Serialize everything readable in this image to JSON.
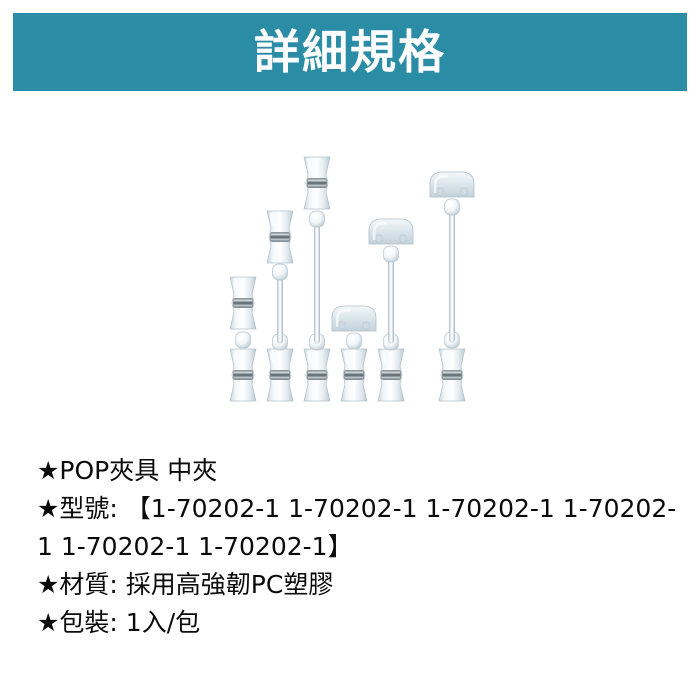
{
  "banner": {
    "title": "詳細規格",
    "background_color": "#2b8ca5",
    "text_color": "#ffffff"
  },
  "product_image": {
    "alt": "POP夾具 中夾 產品照片",
    "item_count": 6,
    "items": [
      {
        "name": "clip-holder-1",
        "top_type": "clip",
        "height_rank": 1,
        "rod": false
      },
      {
        "name": "clip-holder-2",
        "top_type": "clip",
        "height_rank": 4,
        "rod": true
      },
      {
        "name": "clip-holder-3",
        "top_type": "clip",
        "height_rank": 6,
        "rod": true
      },
      {
        "name": "clip-holder-4",
        "top_type": "sign-plate",
        "height_rank": 2,
        "rod": false
      },
      {
        "name": "clip-holder-5",
        "top_type": "sign-plate",
        "height_rank": 3,
        "rod": true
      },
      {
        "name": "clip-holder-6",
        "top_type": "sign-plate",
        "height_rank": 5,
        "rod": true
      }
    ]
  },
  "spec": {
    "lines": [
      "★POP夾具 中夾",
      "★型號: 【1-70202-1 1-70202-1 1-70202-1 1-70202-1 1-70202-1 1-70202-1】",
      "★材質: 採用高強韌PC塑膠",
      "★包裝: 1入/包"
    ],
    "line_1": "★POP夾具 中夾",
    "line_2": "★型號: 【1-70202-1 1-70202-1 1-70202-1 1-70202-1 1-70202-1 1-70202-1】",
    "line_3": "★材質: 採用高強韌PC塑膠",
    "line_4": "★包裝: 1入/包",
    "text_color": "#0a0a0a"
  }
}
